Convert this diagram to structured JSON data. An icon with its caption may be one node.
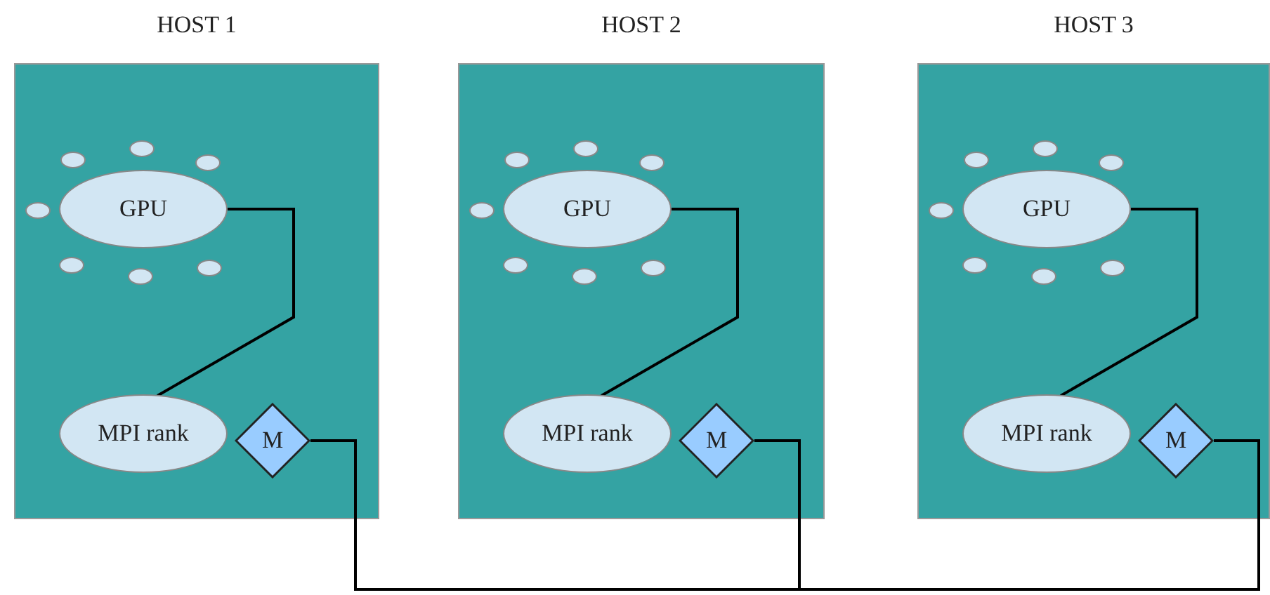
{
  "diagram": {
    "nodes": [
      {
        "text": [
          "HOST 1"
        ]
      },
      {
        "text": [
          "GPU"
        ],
        "in": 0
      },
      {
        "text": [],
        "shape": "circle",
        "in": 0
      },
      {
        "text": [],
        "shape": "circle",
        "in": 0
      },
      {
        "text": [],
        "shape": "circle",
        "in": 0
      },
      {
        "text": [],
        "shape": "circle",
        "in": 0
      },
      {
        "text": [],
        "shape": "circle",
        "in": 0
      },
      {
        "text": [],
        "shape": "circle",
        "in": 0
      },
      {
        "text": [],
        "shape": "circle",
        "in": 0
      },
      {
        "text": [
          "MPI rank"
        ],
        "in": 0
      },
      {
        "text": [
          "M"
        ],
        "in": 0
      },
      {
        "text": [
          "HOST 2"
        ]
      },
      {
        "text": [
          "GPU"
        ],
        "in": 11
      },
      {
        "text": [],
        "shape": "circle",
        "in": 11
      },
      {
        "text": [],
        "shape": "circle",
        "in": 11
      },
      {
        "text": [],
        "shape": "circle",
        "in": 11
      },
      {
        "text": [],
        "shape": "circle",
        "in": 11
      },
      {
        "text": [],
        "shape": "circle",
        "in": 11
      },
      {
        "text": [],
        "shape": "circle",
        "in": 11
      },
      {
        "text": [],
        "shape": "circle",
        "in": 11
      },
      {
        "text": [
          "MPI rank"
        ],
        "in": 11
      },
      {
        "text": [
          "M"
        ],
        "in": 11
      },
      {
        "text": [
          "HOST 3"
        ]
      },
      {
        "text": [
          "GPU"
        ],
        "in": 22
      },
      {
        "text": [],
        "shape": "circle",
        "in": 22
      },
      {
        "text": [],
        "shape": "circle",
        "in": 22
      },
      {
        "text": [],
        "shape": "circle",
        "in": 22
      },
      {
        "text": [],
        "shape": "circle",
        "in": 22
      },
      {
        "text": [],
        "shape": "circle",
        "in": 22
      },
      {
        "text": [],
        "shape": "circle",
        "in": 22
      },
      {
        "text": [],
        "shape": "circle",
        "in": 22
      },
      {
        "text": [
          "MPI rank"
        ],
        "in": 22
      },
      {
        "text": [
          "M"
        ],
        "in": 22
      }
    ],
    "edges": [
      {
        "from": 1,
        "to": 9,
        "arrow": "none"
      },
      {
        "from": 12,
        "to": 20,
        "arrow": "none"
      },
      {
        "from": 23,
        "to": 31,
        "arrow": "none"
      },
      {
        "from": 10,
        "to": 21,
        "arrow": "none"
      },
      {
        "from": 21,
        "to": 32,
        "arrow": "none"
      }
    ]
  }
}
